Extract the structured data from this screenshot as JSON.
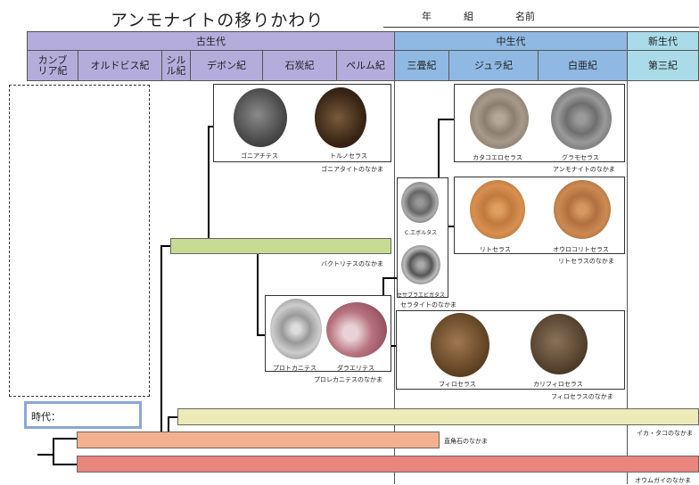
{
  "header": {
    "title": "アンモナイトの移りかわり",
    "year_label": "年",
    "class_label": "組",
    "name_label": "名前"
  },
  "eras": [
    {
      "label": "古生代",
      "color": "#b4addc"
    },
    {
      "label": "中生代",
      "color": "#8fb9e3"
    },
    {
      "label": "新生代",
      "color": "#a9dbe9"
    }
  ],
  "periods": [
    "カンブリア紀",
    "オルドビス紀",
    "シルル紀",
    "デボン紀",
    "石炭紀",
    "ペルム紀",
    "三畳紀",
    "ジュラ紀",
    "白亜紀",
    "第三紀"
  ],
  "period_display": {
    "cambrian": "カンブ\nリア紀",
    "silurian": "シル\nル紀"
  },
  "groups": {
    "goniatite": {
      "fossils": [
        "ゴニアチテス",
        "トルノセラス"
      ],
      "label": "ゴニアタイトのなかま"
    },
    "ammonite": {
      "fossils": [
        "カタコエロセラス",
        "グラモセラス"
      ],
      "label": "アンモナイトのなかま"
    },
    "lytoceras": {
      "fossils": [
        "リトセラス",
        "オウロコリトセラス"
      ],
      "label": "リトセラスのなかま"
    },
    "ceratite": {
      "fossils": [
        "C.エボルタス",
        "セサブラエビガタス"
      ],
      "label": "セラタイトのなかま"
    },
    "prolecanites": {
      "fossils": [
        "プロトカニテス",
        "ダラエリテス"
      ],
      "label": "プロレカニテスのなかま"
    },
    "phylloceras": {
      "fossils": [
        "フィロセラス",
        "カリフィロセラス"
      ],
      "label": "フィロセラスのなかま"
    }
  },
  "bars": {
    "bactrites": "バクトリテスのなかま",
    "orthoceras": "直角石のなかま",
    "squid": "イカ・タコのなかま",
    "nautilus": "オウムガイのなかま"
  },
  "jidai_label": "時代：",
  "colors": {
    "paleozoic": "#b4addc",
    "mesozoic": "#8fb9e3",
    "cenozoic": "#a9dbe9",
    "bactrites_bar": "#c8db93",
    "squid_bar": "#eeeab8",
    "orthoceras_bar": "#f2b08e",
    "nautilus_bar": "#e9857d"
  }
}
